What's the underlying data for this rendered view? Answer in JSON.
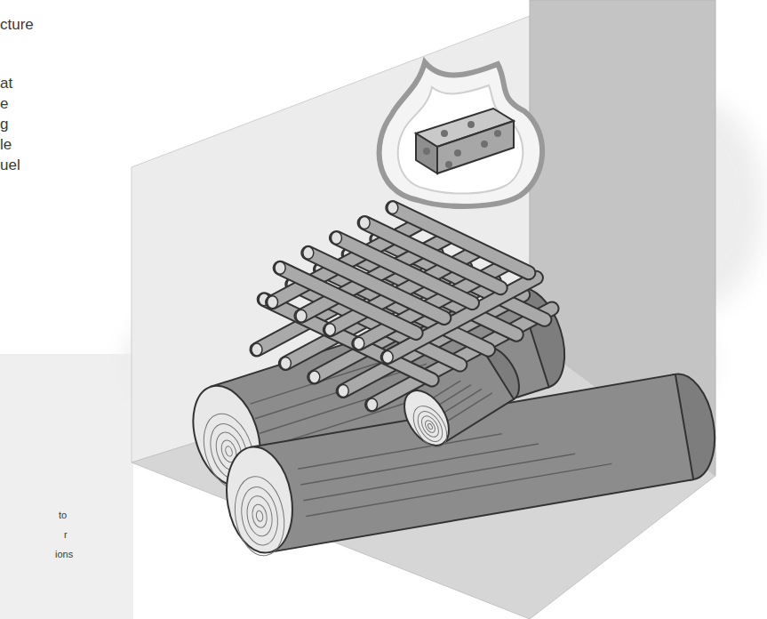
{
  "diagram": {
    "labels": [
      "cture",
      "at",
      "e",
      "g",
      "le",
      "uel",
      "to",
      "r",
      "ions"
    ]
  }
}
